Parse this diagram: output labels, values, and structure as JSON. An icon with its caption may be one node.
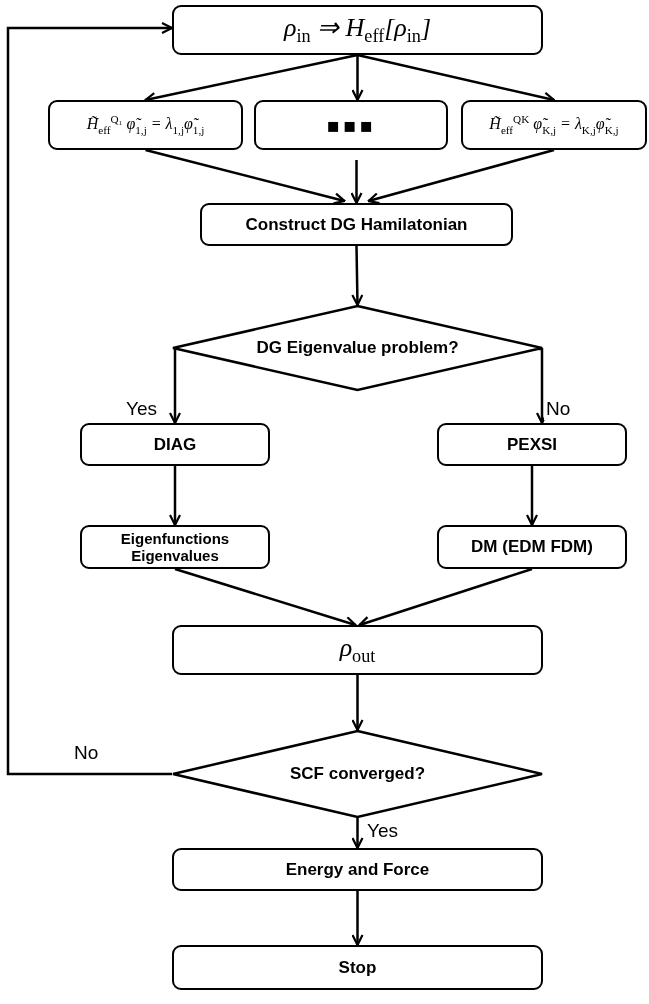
{
  "diagram": {
    "nodes": [
      {
        "text": [
          "ρ$_{in}$ ⇒ H$_{eff}$[ρ$_{in}$]"
        ]
      },
      {
        "text": [
          "H̃$_{eff}$$^{Q₁}$ φ̃$_{1,j}$ = λ$_{1,j}$φ̃$_{1,j}$"
        ]
      },
      {
        "text": [
          "▪▪▪"
        ]
      },
      {
        "text": [
          "H̃$_{eff}$$^{QK}$ φ̃$_{K,j}$ = λ$_{K,j}$φ̃$_{K,j}$"
        ]
      },
      {
        "text": [
          "Construct DG Hamilatonian"
        ]
      },
      {
        "text": [
          "DG Eigenvalue problem?"
        ]
      },
      {
        "text": [
          "DIAG"
        ]
      },
      {
        "text": [
          "PEXSI"
        ]
      },
      {
        "text": [
          "Eigenfunctions Eigenvalues"
        ]
      },
      {
        "text": [
          "DM (EDM FDM)"
        ]
      },
      {
        "text": [
          "ρ$_{out}$"
        ]
      },
      {
        "text": [
          "SCF converged?"
        ]
      },
      {
        "text": [
          "Energy and Force"
        ]
      },
      {
        "text": [
          "Stop"
        ]
      }
    ],
    "edges": [
      {
        "from": 0,
        "to": 1,
        "arrow": "to"
      },
      {
        "from": 0,
        "to": 2,
        "arrow": "to"
      },
      {
        "from": 0,
        "to": 3,
        "arrow": "to"
      },
      {
        "from": 1,
        "to": 4,
        "arrow": "to"
      },
      {
        "from": 2,
        "to": 4,
        "arrow": "to"
      },
      {
        "from": 3,
        "to": 4,
        "arrow": "to"
      },
      {
        "from": 4,
        "to": 5,
        "arrow": "to"
      },
      {
        "from": 5,
        "to": 6,
        "arrow": "to",
        "label": "Yes"
      },
      {
        "from": 5,
        "to": 7,
        "arrow": "to",
        "label": "No"
      },
      {
        "from": 6,
        "to": 8,
        "arrow": "to"
      },
      {
        "from": 7,
        "to": 9,
        "arrow": "to"
      },
      {
        "from": 8,
        "to": 10,
        "arrow": "to"
      },
      {
        "from": 9,
        "to": 10,
        "arrow": "to"
      },
      {
        "from": 10,
        "to": 11,
        "arrow": "to"
      },
      {
        "from": 11,
        "to": 0,
        "arrow": "to",
        "label": "No"
      },
      {
        "from": 11,
        "to": 12,
        "arrow": "to",
        "label": "Yes"
      },
      {
        "from": 12,
        "to": 13,
        "arrow": "to"
      }
    ]
  }
}
